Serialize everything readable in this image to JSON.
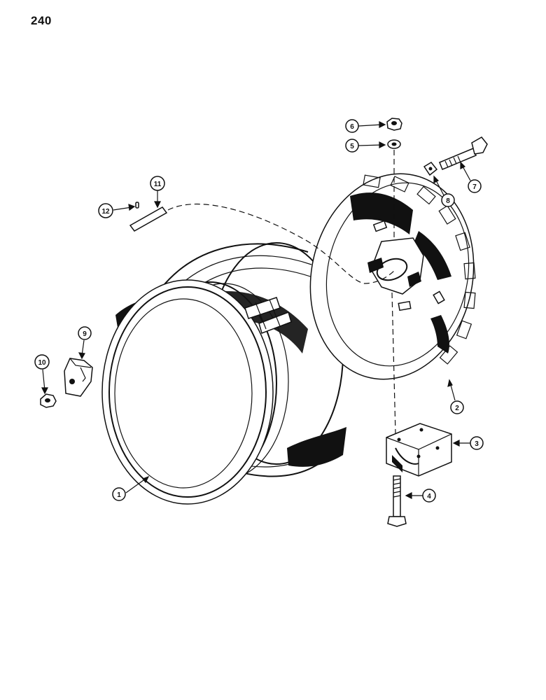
{
  "page": {
    "number": "240"
  },
  "callouts": [
    {
      "id": "1",
      "label": "1",
      "part": "rim-icon"
    },
    {
      "id": "2",
      "label": "2",
      "part": "wheel-disc-icon"
    },
    {
      "id": "3",
      "label": "3",
      "part": "clamp-block-icon"
    },
    {
      "id": "4",
      "label": "4",
      "part": "clamp-bolt-icon"
    },
    {
      "id": "5",
      "label": "5",
      "part": "washer-icon"
    },
    {
      "id": "6",
      "label": "6",
      "part": "hex-nut-icon"
    },
    {
      "id": "7",
      "label": "7",
      "part": "lug-bolt-icon"
    },
    {
      "id": "8",
      "label": "8",
      "part": "square-nut-icon"
    },
    {
      "id": "9",
      "label": "9",
      "part": "rim-clamp-icon"
    },
    {
      "id": "10",
      "label": "10",
      "part": "hex-nut-icon"
    },
    {
      "id": "11",
      "label": "11",
      "part": "key-icon"
    },
    {
      "id": "12",
      "label": "12",
      "part": "pin-icon"
    }
  ]
}
